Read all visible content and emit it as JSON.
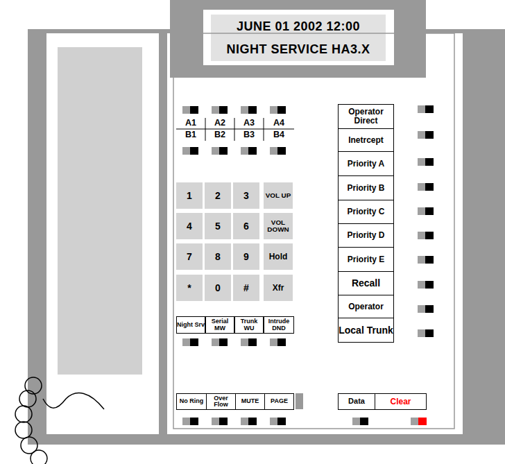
{
  "diagram": {
    "nodes": [
      {
        "text": [
          "JUNE 01 2002 12:00",
          "NIGHT SERVICE HA3.X"
        ]
      },
      {
        "text": [
          "A1"
        ]
      },
      {
        "text": [
          "A2"
        ]
      },
      {
        "text": [
          "A3"
        ]
      },
      {
        "text": [
          "A4"
        ]
      },
      {
        "text": [
          "B1"
        ]
      },
      {
        "text": [
          "B2"
        ]
      },
      {
        "text": [
          "B3"
        ]
      },
      {
        "text": [
          "B4"
        ]
      },
      {
        "text": [
          "1"
        ]
      },
      {
        "text": [
          "2"
        ]
      },
      {
        "text": [
          "3"
        ]
      },
      {
        "text": [
          "VOL UP"
        ]
      },
      {
        "text": [
          "4"
        ]
      },
      {
        "text": [
          "5"
        ]
      },
      {
        "text": [
          "6"
        ]
      },
      {
        "text": [
          "VOL DOWN"
        ]
      },
      {
        "text": [
          "7"
        ]
      },
      {
        "text": [
          "8"
        ]
      },
      {
        "text": [
          "9"
        ]
      },
      {
        "text": [
          "Hold"
        ]
      },
      {
        "text": [
          "*"
        ]
      },
      {
        "text": [
          "0"
        ]
      },
      {
        "text": [
          "#"
        ]
      },
      {
        "text": [
          "Xfr"
        ]
      },
      {
        "text": [
          "Night Srv"
        ]
      },
      {
        "text": [
          "Serial MW"
        ]
      },
      {
        "text": [
          "Trunk WU"
        ]
      },
      {
        "text": [
          "Intrude DND"
        ]
      },
      {
        "text": [
          "Operator Direct"
        ]
      },
      {
        "text": [
          "Inetrcept"
        ]
      },
      {
        "text": [
          "Priority A"
        ]
      },
      {
        "text": [
          "Priority B"
        ]
      },
      {
        "text": [
          "Priority C"
        ]
      },
      {
        "text": [
          "Priority D"
        ]
      },
      {
        "text": [
          "Priority E"
        ]
      },
      {
        "text": [
          "Recall"
        ]
      },
      {
        "text": [
          "Operator"
        ]
      },
      {
        "text": [
          "Local Trunk"
        ]
      },
      {
        "text": [
          "No Ring"
        ]
      },
      {
        "text": [
          "Over Flow"
        ]
      },
      {
        "text": [
          "MUTE"
        ]
      },
      {
        "text": [
          "PAGE"
        ]
      },
      {
        "text": [
          "Data"
        ]
      },
      {
        "text": [
          "Clear"
        ]
      }
    ]
  }
}
